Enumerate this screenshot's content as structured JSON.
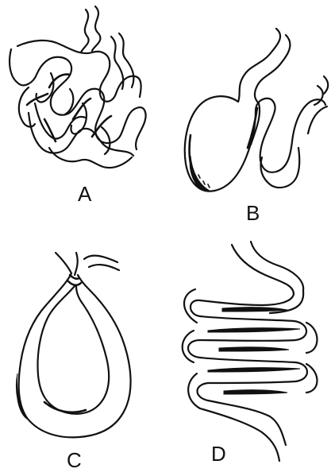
{
  "figure": {
    "panels": [
      {
        "id": "A",
        "label": "A"
      },
      {
        "id": "B",
        "label": "B"
      },
      {
        "id": "C",
        "label": "C"
      },
      {
        "id": "D",
        "label": "D"
      }
    ],
    "colors": {
      "ink": "#111111",
      "background": "#ffffff"
    }
  }
}
